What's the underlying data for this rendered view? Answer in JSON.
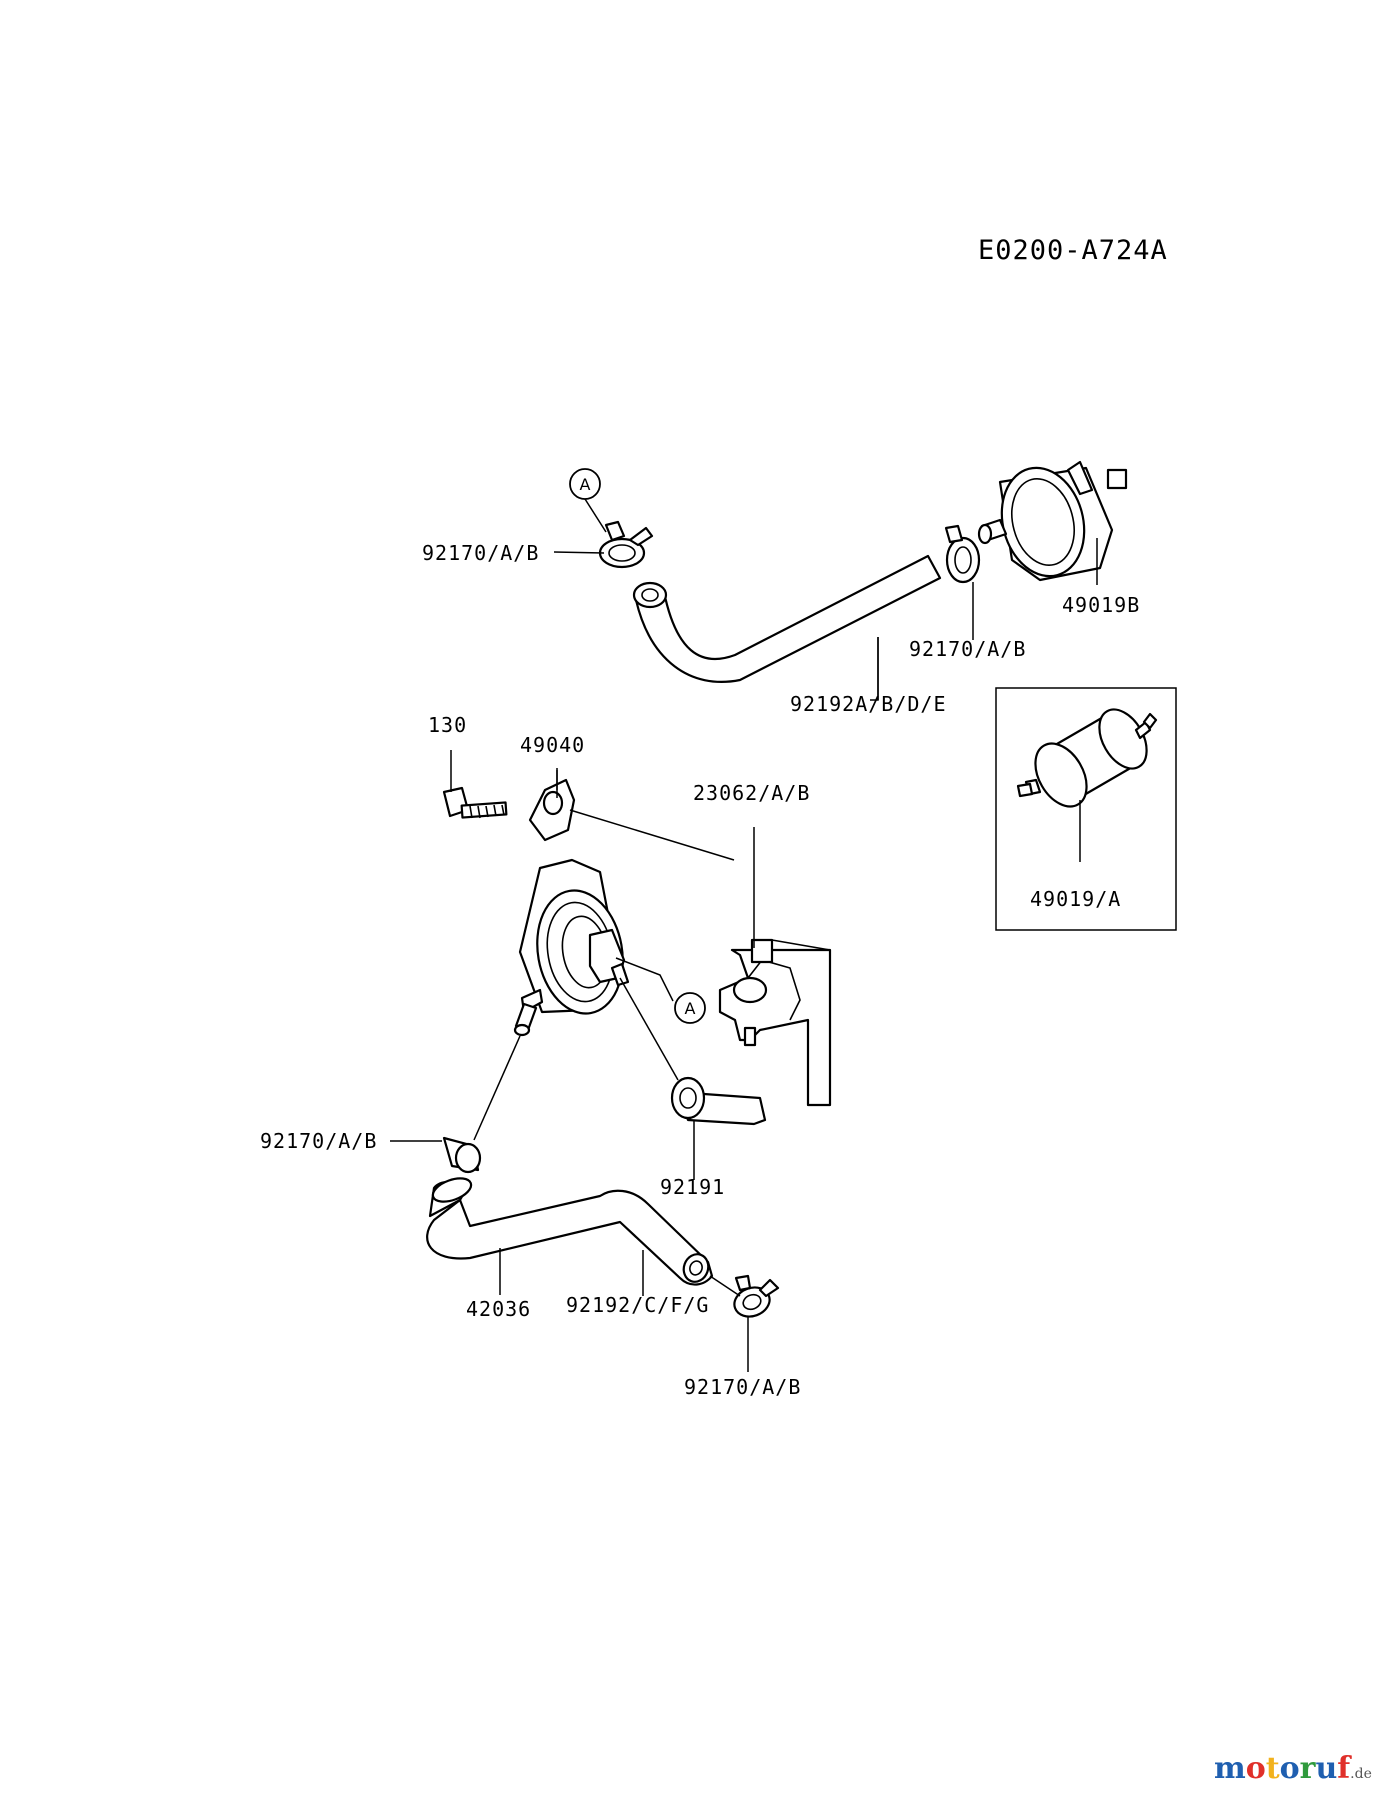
{
  "diagram_code": "E0200-A724A",
  "callouts": {
    "a_top": "A",
    "a_mid": "A"
  },
  "labels": {
    "clamp_top_left": "92170/A/B",
    "clamp_top_right": "92170/A/B",
    "filter_b": "49019B",
    "hose_top": "92192A/B/D/E",
    "bolt": "130",
    "pump": "49040",
    "bracket": "23062/A/B",
    "filter_a": "49019/A",
    "clamp_mid_left": "92170/A/B",
    "elbow": "92191",
    "hose_bottom": "42036",
    "hose_bottom_b": "92192/C/F/G",
    "clamp_bottom": "92170/A/B"
  },
  "watermark": {
    "brand": "motoruf",
    "suffix": ".de",
    "colors": [
      "#1f5fb0",
      "#e0302a",
      "#f2b21d",
      "#1f5fb0",
      "#2f9a3c",
      "#1f5fb0",
      "#e0302a"
    ]
  }
}
